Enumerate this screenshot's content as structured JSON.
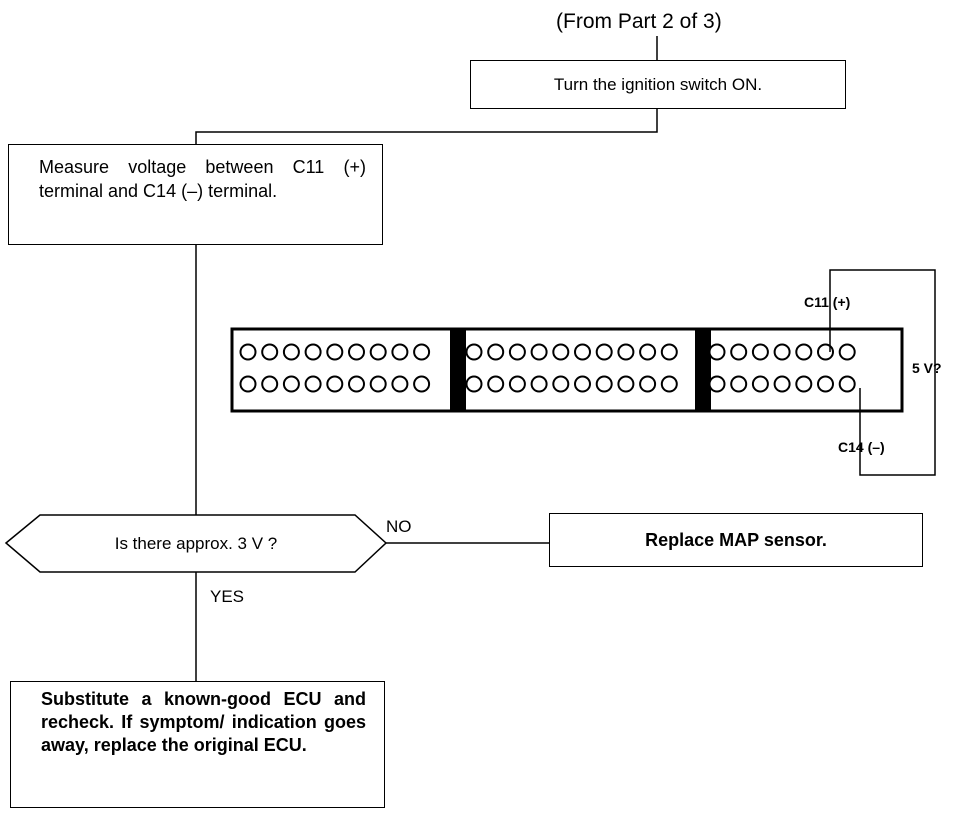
{
  "from_label": "(From Part 2 of 3)",
  "steps": {
    "ignition": "Turn the ignition switch ON.",
    "measure": "Measure voltage between C11 (+) terminal and C14 (–) terminal.",
    "question": "Is there approx. 3 V ?",
    "no_label": "NO",
    "yes_label": "YES",
    "replace": "Replace MAP sensor.",
    "substitute": "Substitute a known-good ECU and recheck. If symptom/ indication goes away, replace the original ECU."
  },
  "connector": {
    "c11_label": "C11 (+)",
    "c14_label": "C14 (–)",
    "voltage_label": "5 V?",
    "sections": [
      {
        "top_row": 9,
        "bottom_row": 9
      },
      {
        "top_row": 10,
        "bottom_row": 10
      },
      {
        "top_row": 7,
        "bottom_row": 7
      }
    ]
  }
}
